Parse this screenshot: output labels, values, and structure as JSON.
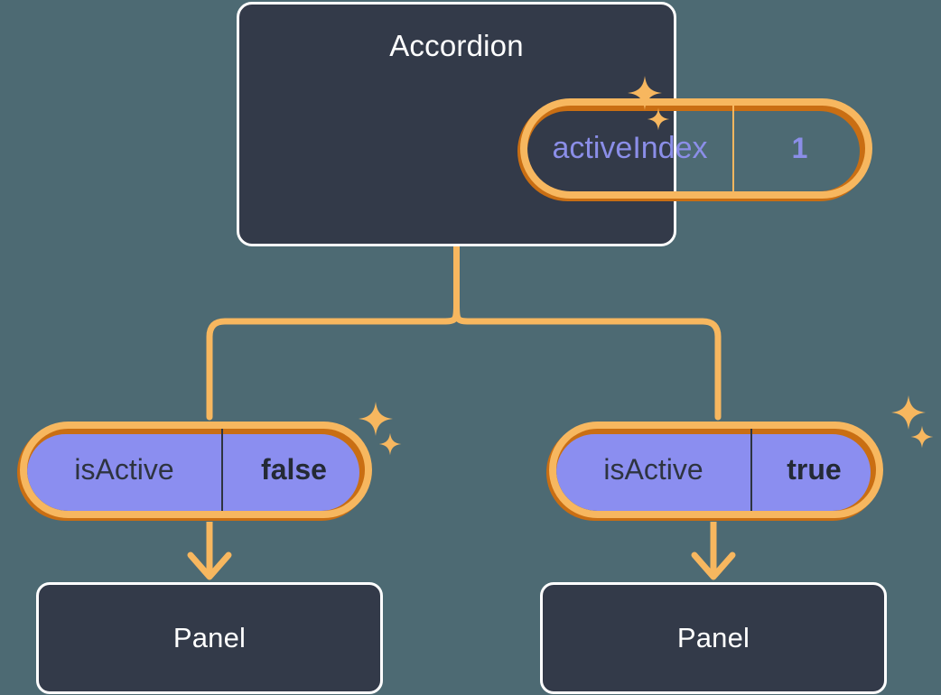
{
  "diagram": {
    "type": "component-tree",
    "background_color": "#4d6a73",
    "palette": {
      "card_fill": "#333a49",
      "card_border": "#ffffff",
      "pill_fill": "#8b8ef0",
      "ring_light": "#f7b75f",
      "ring_dark": "#c96e13",
      "prop_text": "#8b8ee8",
      "value_text": "#242a35",
      "wire": "#f7b75f"
    },
    "root": {
      "title": "Accordion",
      "state": {
        "key": "activeIndex",
        "value": "1"
      }
    },
    "children": [
      {
        "prop": {
          "key": "isActive",
          "value": "false"
        },
        "component": {
          "title": "Panel"
        }
      },
      {
        "prop": {
          "key": "isActive",
          "value": "true"
        },
        "component": {
          "title": "Panel"
        }
      }
    ],
    "decorations": {
      "sparkle_icon": "sparkle-star-icon",
      "sparkle_count": 6
    }
  }
}
